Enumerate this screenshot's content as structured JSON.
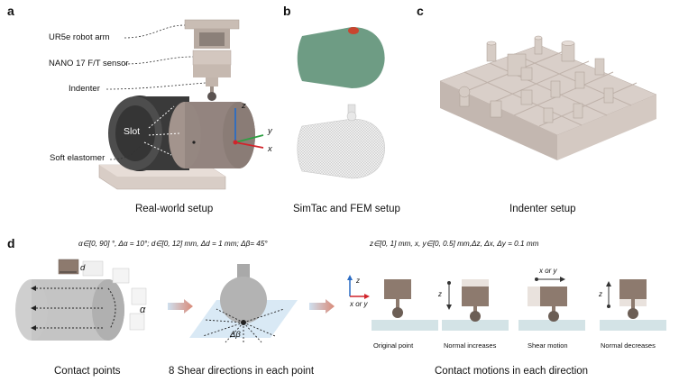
{
  "panels": {
    "a": {
      "letter": "a",
      "caption": "Real-world setup",
      "labels": [
        "UR5e robot arm",
        "NANO 17 F/T sensor",
        "Indenter",
        "Slot",
        "Soft elastomer"
      ],
      "axes": {
        "z": "z",
        "y": "y",
        "x": "x"
      }
    },
    "b": {
      "letter": "b",
      "caption": "SimTac and FEM setup"
    },
    "c": {
      "letter": "c",
      "caption": "Indenter setup"
    },
    "d": {
      "letter": "d",
      "formula_left": "α∈[0, 90] °, Δα = 10°; d∈[0, 12] mm, Δd = 1 mm; Δβ= 45°",
      "formula_right": "z∈[0, 1] mm, x, y∈[0, 0.5] mm,Δz, Δx, Δy = 0.1 mm",
      "captions": [
        "Contact points",
        "8 Shear directions in each point",
        "Contact motions in each direction"
      ],
      "symbols": {
        "d": "d",
        "alpha": "α",
        "beta": "Δβ",
        "z": "z",
        "x_or_y": "x or y"
      },
      "motion_labels": [
        "Original point",
        "Normal increases",
        "Shear motion",
        "Normal decreases"
      ]
    }
  },
  "colors": {
    "sensor_green": "#6e9c84",
    "indenter_red": "#c9452f",
    "brown": "#8d7a6e",
    "axis_red": "#d1242b",
    "axis_green": "#2ea043",
    "axis_blue": "#2b6cc4",
    "arrow_gradient": "#d98a78"
  }
}
